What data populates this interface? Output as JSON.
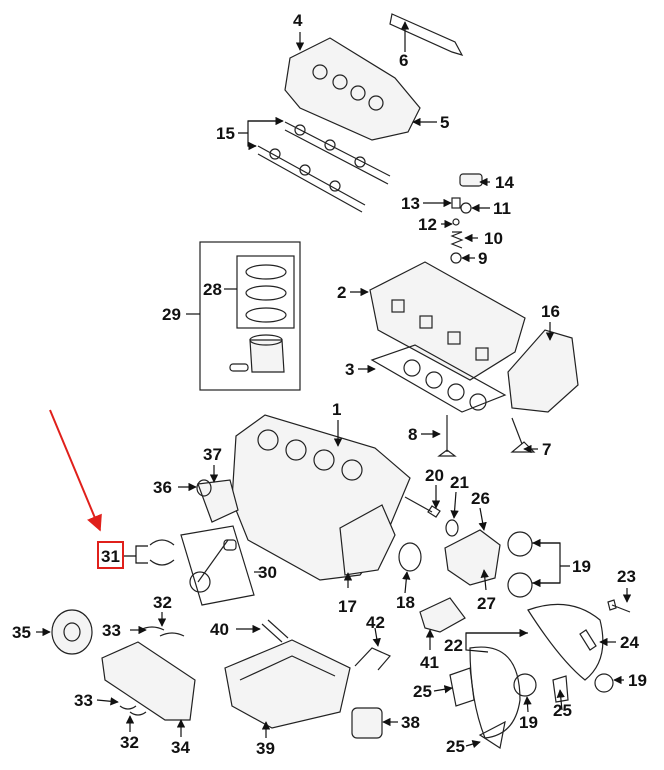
{
  "diagram": {
    "callouts": [
      "1",
      "2",
      "3",
      "4",
      "5",
      "6",
      "7",
      "8",
      "9",
      "10",
      "11",
      "12",
      "13",
      "14",
      "15",
      "16",
      "17",
      "18",
      "19",
      "19",
      "19",
      "20",
      "21",
      "22",
      "23",
      "24",
      "25",
      "25",
      "25",
      "26",
      "27",
      "28",
      "29",
      "30",
      "31",
      "32",
      "32",
      "33",
      "33",
      "34",
      "35",
      "36",
      "37",
      "38",
      "39",
      "40",
      "41",
      "42"
    ],
    "highlighted_callout": "31",
    "highlight_color": "#e0201b",
    "line_color": "#111111"
  }
}
